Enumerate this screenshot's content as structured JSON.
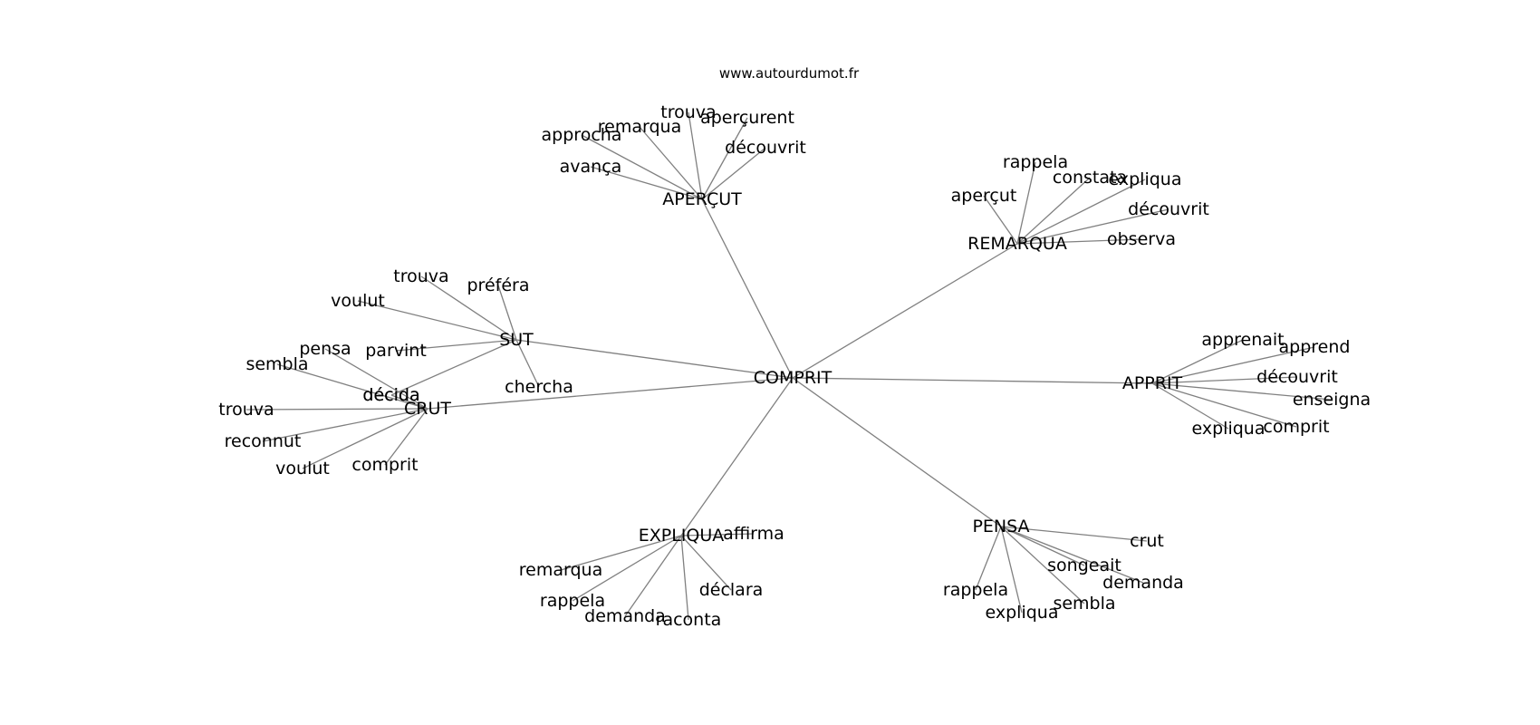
{
  "watermark": "www.autourdumot.fr",
  "center": "COMPRIT",
  "groups": [
    {
      "label": "APERÇUT",
      "children": [
        "trouva",
        "remarqua",
        "aperçurent",
        "approcha",
        "découvrit",
        "avança"
      ]
    },
    {
      "label": "REMARQUA",
      "children": [
        "rappela",
        "constata",
        "expliqua",
        "aperçut",
        "découvrit",
        "observa"
      ]
    },
    {
      "label": "SUT",
      "children": [
        "trouva",
        "préféra",
        "voulut",
        "parvint",
        "chercha",
        "décida"
      ]
    },
    {
      "label": "CRUT",
      "children": [
        "pensa",
        "sembla",
        "décida",
        "trouva",
        "reconnut",
        "voulut",
        "comprit"
      ]
    },
    {
      "label": "APPRIT",
      "children": [
        "apprenait",
        "apprend",
        "découvrit",
        "enseigna",
        "expliqua",
        "comprit"
      ]
    },
    {
      "label": "EXPLIQUA",
      "children": [
        "affirma",
        "remarqua",
        "rappela",
        "déclara",
        "demanda",
        "raconta"
      ]
    },
    {
      "label": "PENSA",
      "children": [
        "crut",
        "songeait",
        "demanda",
        "rappela",
        "sembla",
        "expliqua"
      ]
    }
  ]
}
